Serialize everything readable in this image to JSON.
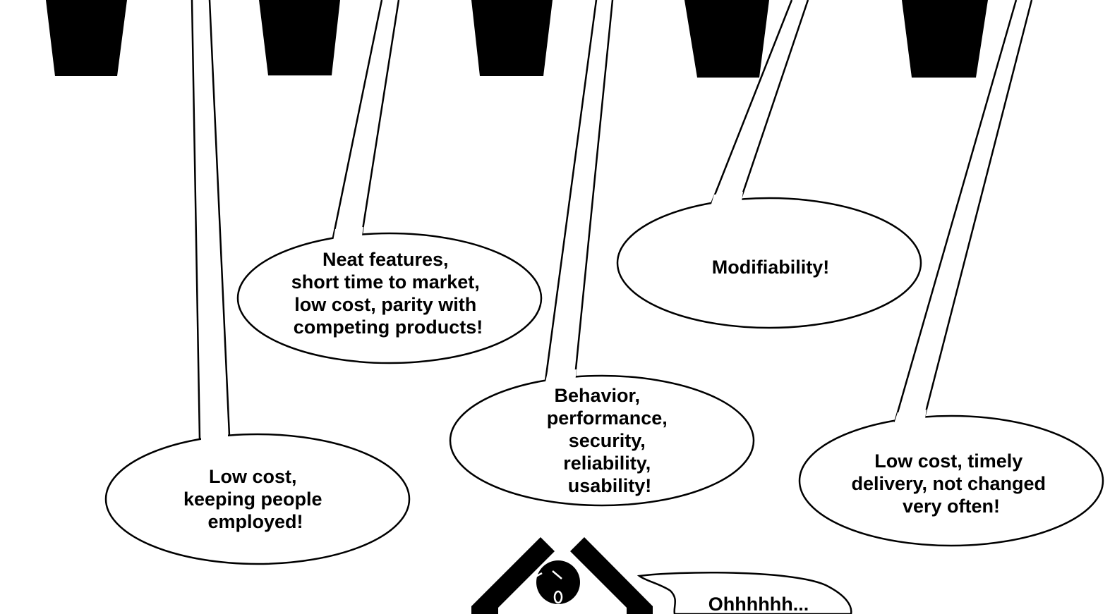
{
  "colors": {
    "ink": "#000000",
    "background": "#ffffff"
  },
  "balloons": [
    {
      "id": "customer",
      "lines": [
        "Low cost,",
        "keeping people",
        "employed!"
      ]
    },
    {
      "id": "marketing",
      "lines": [
        "Neat features,",
        "short time to market,",
        "low cost, parity with",
        "competing products!"
      ]
    },
    {
      "id": "end-user",
      "lines": [
        "Behavior,",
        "performance,",
        "security,",
        "reliability,",
        "usability!"
      ]
    },
    {
      "id": "maintainer",
      "lines": [
        "Modifiability!"
      ]
    },
    {
      "id": "manager",
      "lines": [
        "Low cost, timely",
        "delivery, not changed",
        "very often!"
      ]
    }
  ],
  "architect_bubble": {
    "text": "Ohhhhhh..."
  }
}
